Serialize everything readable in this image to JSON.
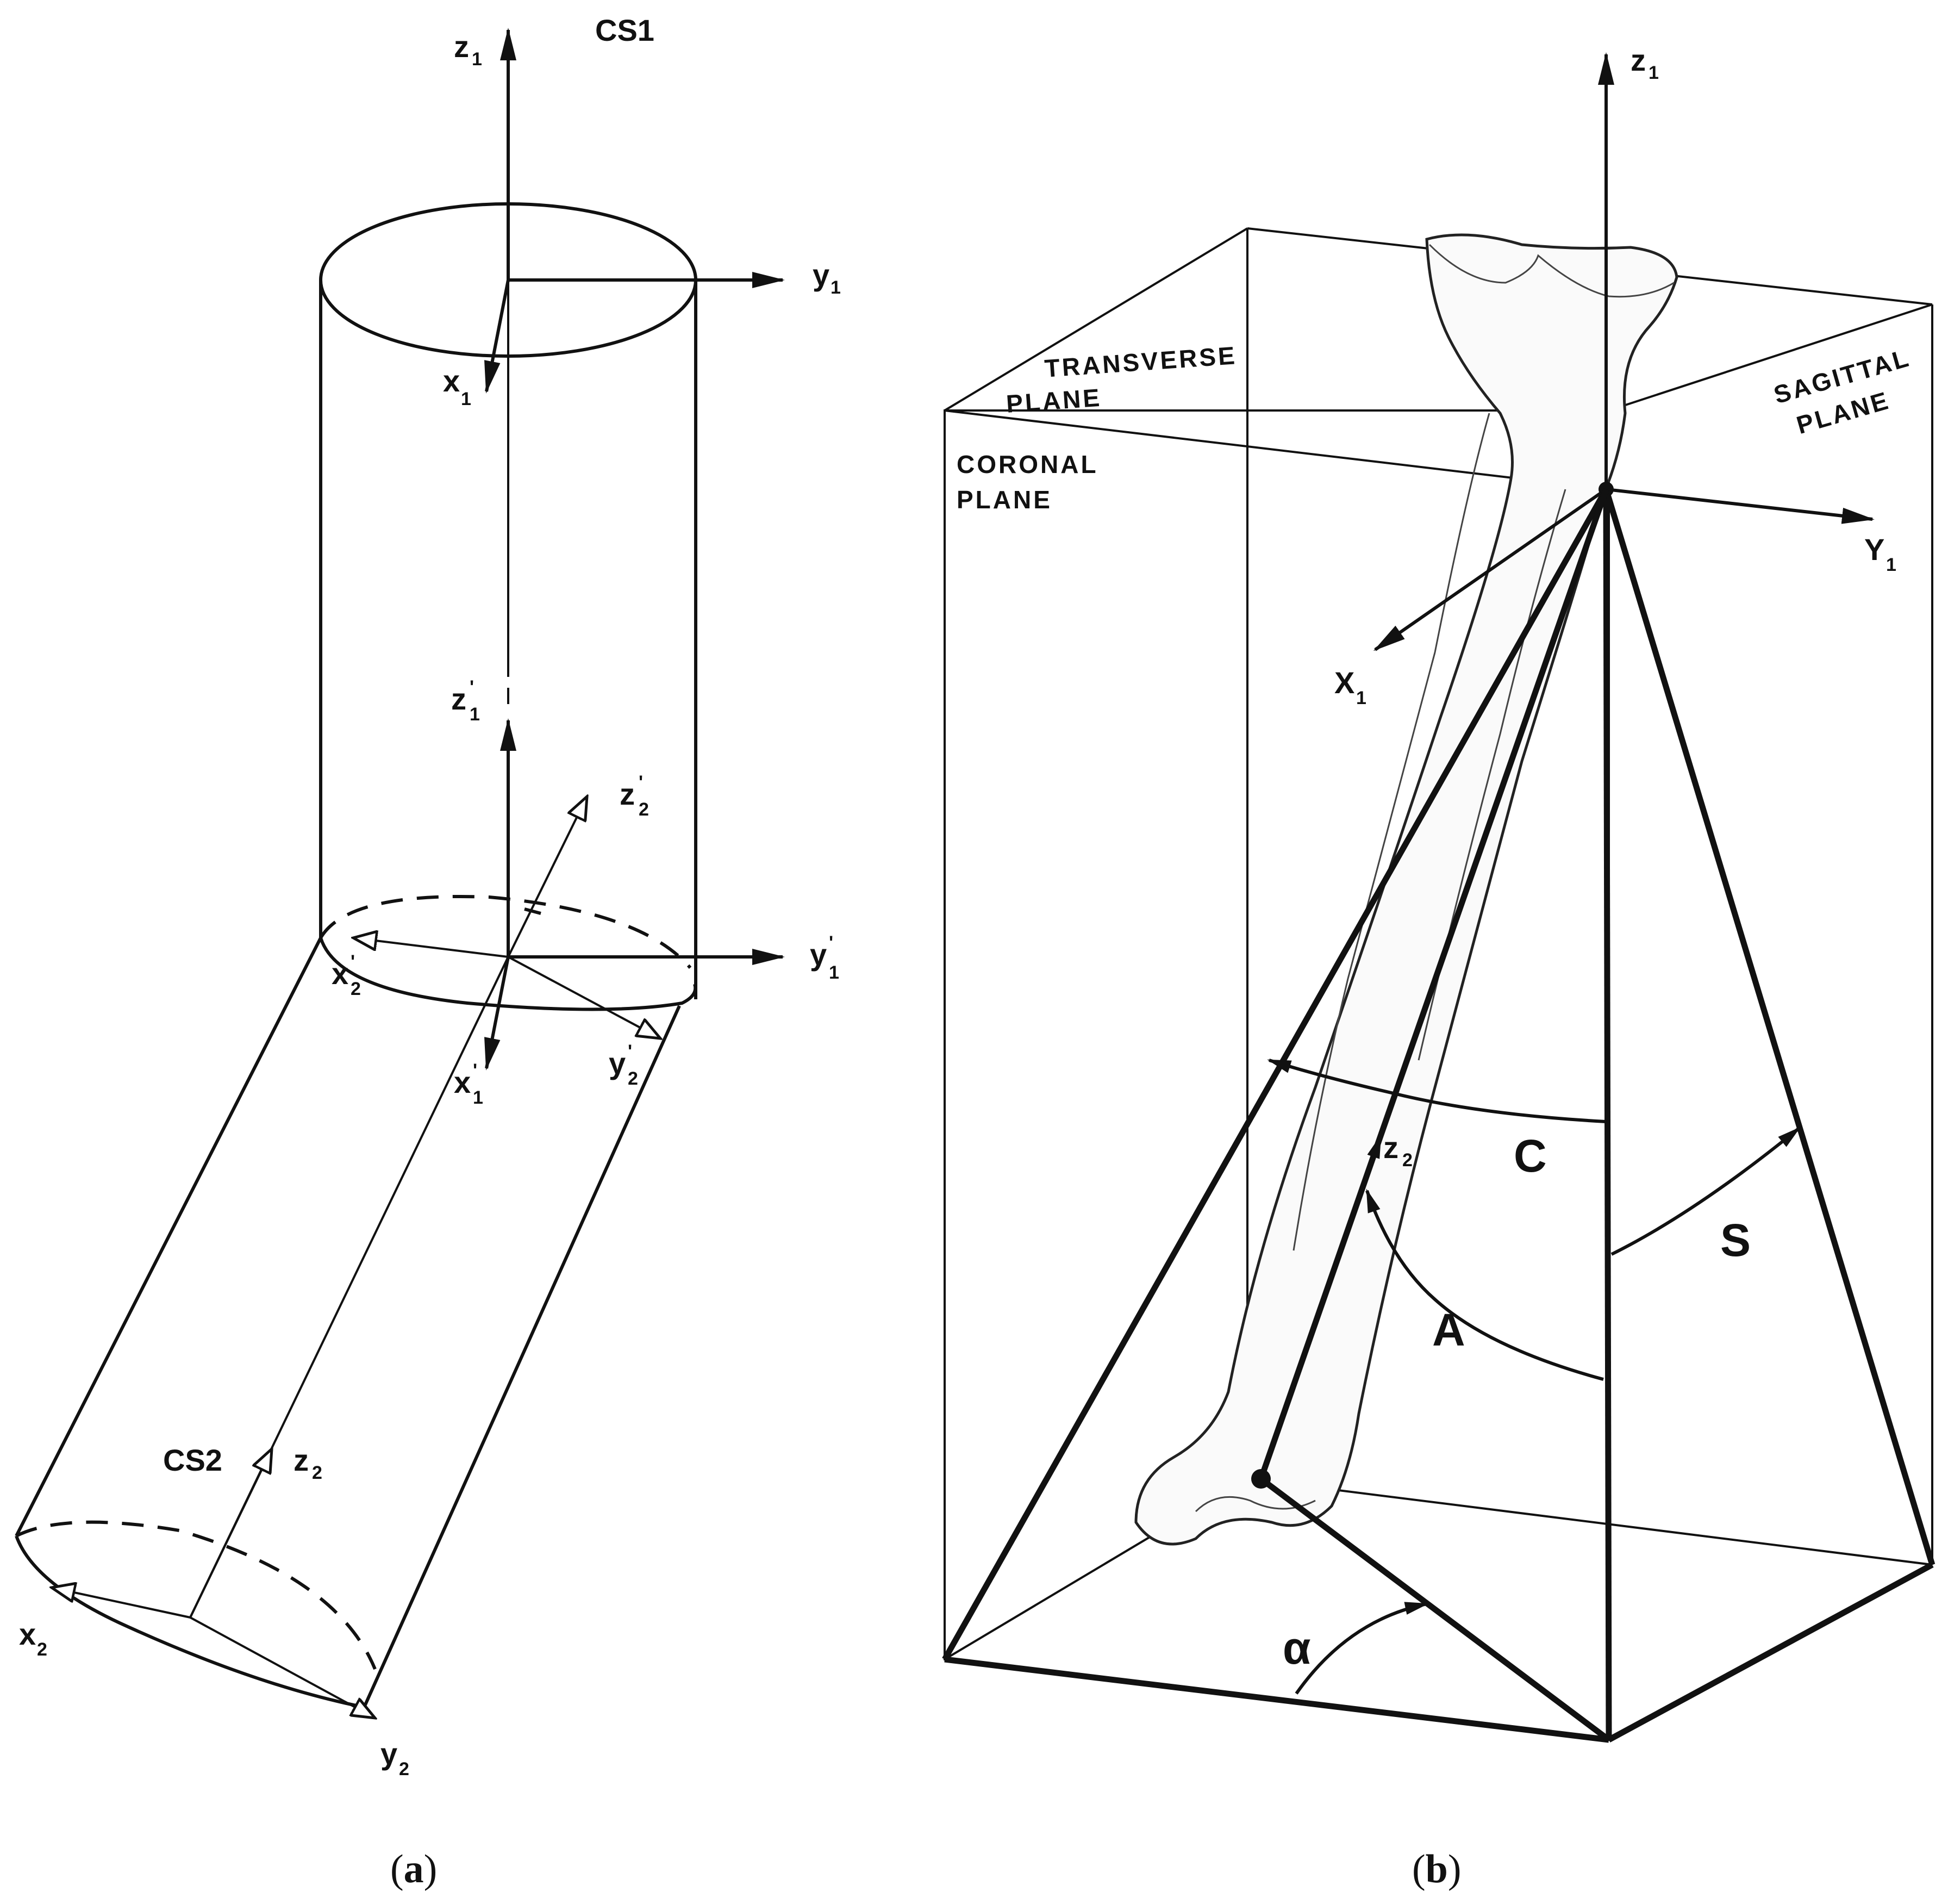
{
  "panel_a": {
    "title": "CS1",
    "cs2": "CS2",
    "axes": {
      "z1": {
        "base": "z",
        "sub": "1"
      },
      "y1": {
        "base": "y",
        "sub": "1"
      },
      "x1": {
        "base": "x",
        "sub": "1"
      },
      "z1p": {
        "base": "z",
        "sub": "1",
        "prime": "'"
      },
      "y1p": {
        "base": "y",
        "sub": "1",
        "prime": "'"
      },
      "x1p": {
        "base": "x",
        "sub": "1",
        "prime": "'"
      },
      "z2p": {
        "base": "z",
        "sub": "2",
        "prime": "'"
      },
      "x2p": {
        "base": "x",
        "sub": "2",
        "prime": "'"
      },
      "y2p": {
        "base": "y",
        "sub": "2",
        "prime": "'"
      },
      "z2": {
        "base": "z",
        "sub": "2"
      },
      "x2": {
        "base": "x",
        "sub": "2"
      },
      "y2": {
        "base": "y",
        "sub": "2"
      }
    },
    "caption": {
      "open": "(",
      "letter": "a",
      "close": ")"
    }
  },
  "panel_b": {
    "planes": {
      "transverse": [
        "TRANSVERSE",
        "PLANE"
      ],
      "coronal": [
        "CORONAL",
        "PLANE"
      ],
      "sagittal": [
        "SAGITTAL",
        "PLANE"
      ]
    },
    "axes": {
      "z1": {
        "base": "z",
        "sub": "1"
      },
      "y1": {
        "base": "Y",
        "sub": "1"
      },
      "x1": {
        "base": "X",
        "sub": "1"
      },
      "z2": {
        "base": "z",
        "sub": "2"
      }
    },
    "angles": {
      "c": "C",
      "s": "S",
      "a": "A",
      "alpha": "α"
    },
    "caption": {
      "open": "(",
      "letter": "b",
      "close": ")"
    }
  }
}
